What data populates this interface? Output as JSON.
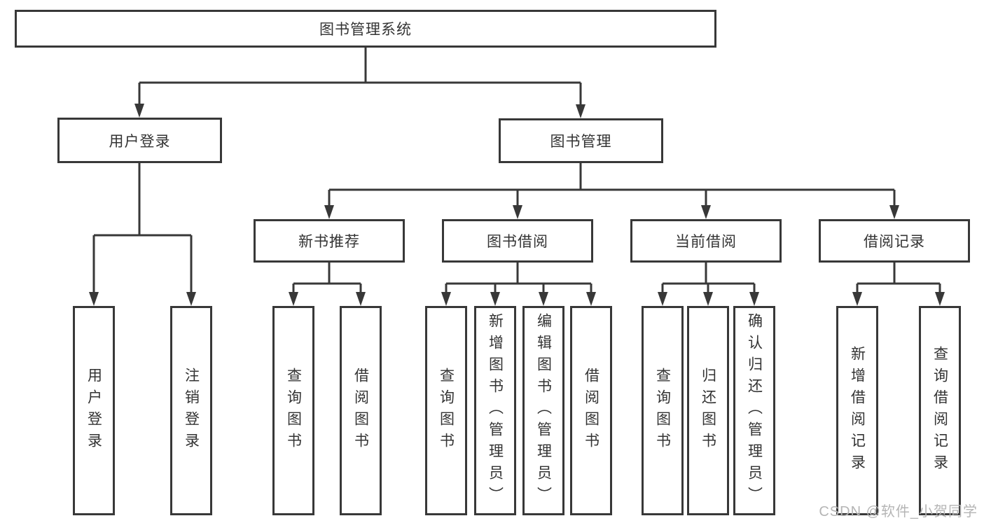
{
  "tree": {
    "root": "图书管理系统",
    "branches": [
      {
        "label": "用户登录",
        "children": [
          "用户登录",
          "注销登录"
        ]
      },
      {
        "label": "图书管理",
        "children": [
          {
            "label": "新书推荐",
            "children": [
              "查询图书",
              "借阅图书"
            ]
          },
          {
            "label": "图书借阅",
            "children": [
              "查询图书",
              "新增图书（管理员）",
              "编辑图书（管理员）",
              "借阅图书"
            ]
          },
          {
            "label": "当前借阅",
            "children": [
              "查询图书",
              "归还图书",
              "确认归还（管理员）"
            ]
          },
          {
            "label": "借阅记录",
            "children": [
              "新增借阅记录",
              "查询借阅记录"
            ]
          }
        ]
      }
    ]
  },
  "watermark": "CSDN @软件_小贺同学",
  "colors": {
    "line": "#383838",
    "text": "#333333",
    "background": "#ffffff",
    "watermark": "#b5b5b5"
  }
}
